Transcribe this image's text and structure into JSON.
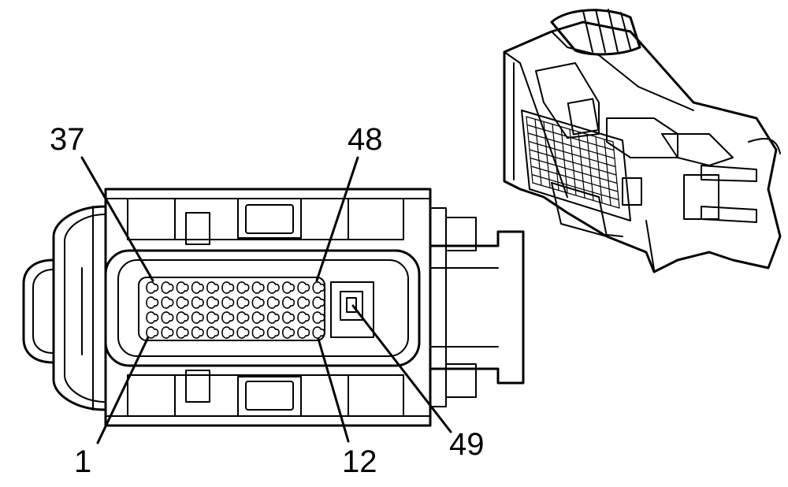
{
  "labels": {
    "pin_37": "37",
    "pin_48": "48",
    "pin_1": "1",
    "pin_12": "12",
    "pin_49": "49"
  },
  "colors": {
    "ink": "#000000",
    "paper": "#ffffff"
  }
}
